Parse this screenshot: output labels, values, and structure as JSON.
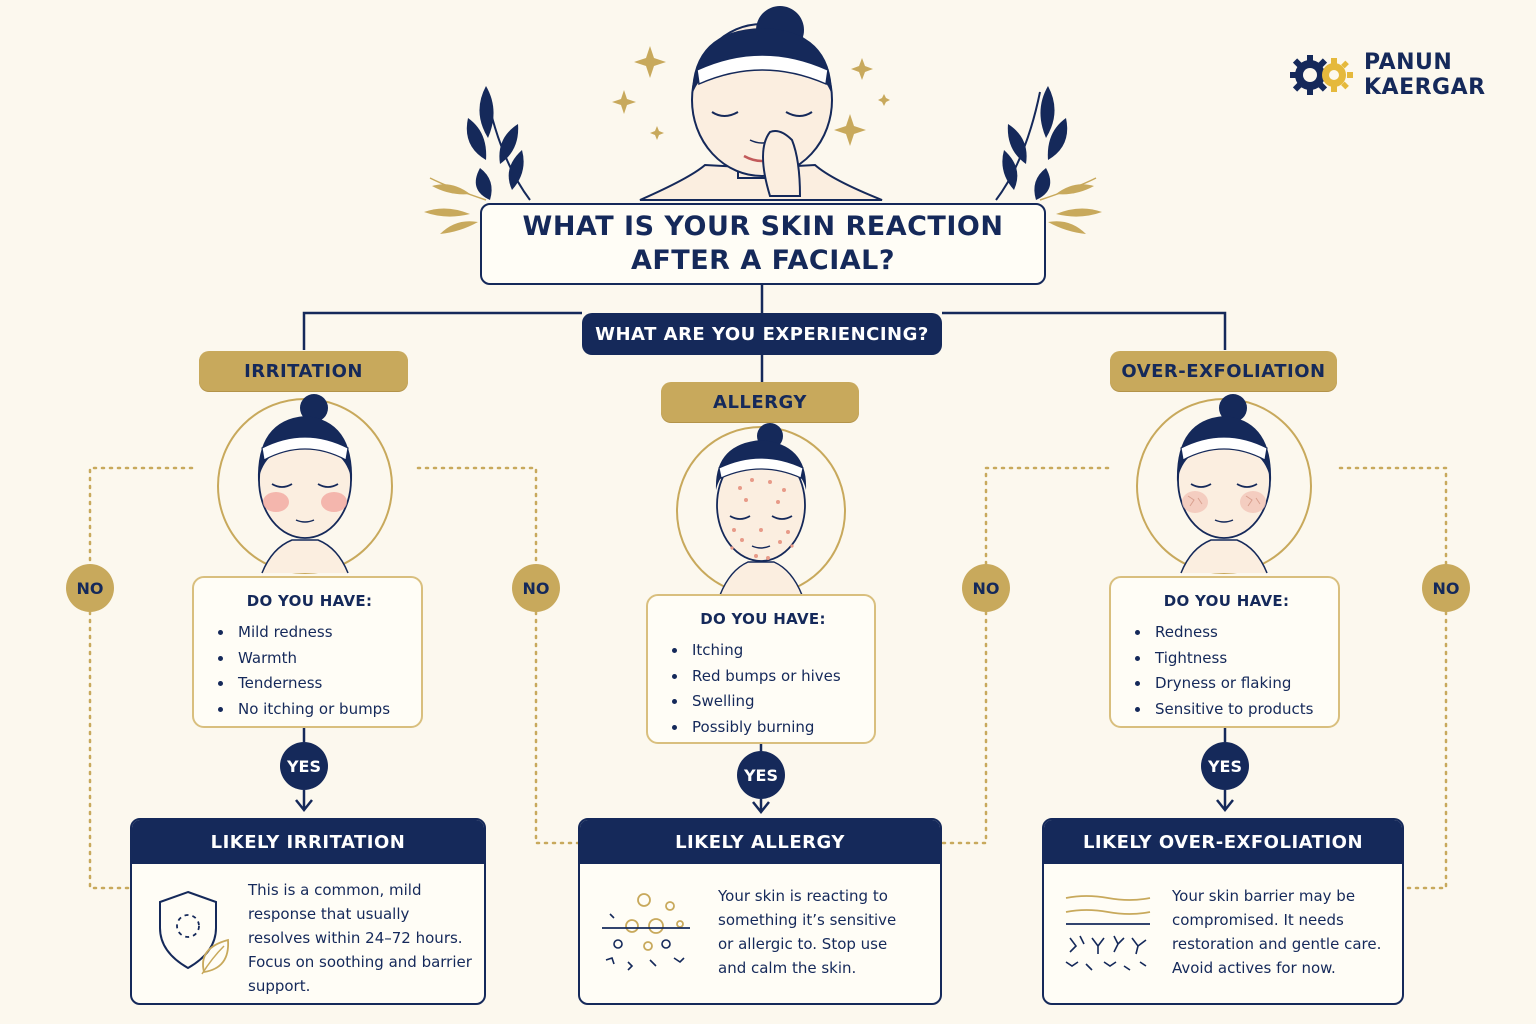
{
  "title": {
    "line1": "WHAT IS YOUR SKIN REACTION",
    "line2": "AFTER A FACIAL?"
  },
  "question": "WHAT ARE YOU EXPERIENCING?",
  "brand": {
    "line1": "PANUN",
    "line2": "KAERGAR",
    "logo_icon": "gear-logo-icon"
  },
  "branches": [
    {
      "category": "IRRITATION",
      "symptoms_title": "DO YOU HAVE:",
      "symptoms": [
        "Mild redness",
        "Warmth",
        "Tenderness",
        "No itching or bumps"
      ],
      "yes_label": "YES",
      "no_label": "NO",
      "result_title": "LIKELY IRRITATION",
      "result_text": [
        "This is a common, mild",
        "response that usually",
        "resolves within 24–72 hours.",
        "Focus on soothing and barrier",
        "support."
      ],
      "icon": "shield-leaf-icon"
    },
    {
      "category": "ALLERGY",
      "symptoms_title": "DO YOU HAVE:",
      "symptoms": [
        "Itching",
        "Red bumps or hives",
        "Swelling",
        "Possibly burning"
      ],
      "yes_label": "YES",
      "no_label": "NO",
      "result_title": "LIKELY ALLERGY",
      "result_text": [
        "Your skin is reacting to",
        "something it’s sensitive",
        "or allergic to. Stop use",
        "and calm the skin."
      ],
      "icon": "allergen-particles-icon"
    },
    {
      "category": "OVER-EXFOLIATION",
      "symptoms_title": "DO YOU HAVE:",
      "symptoms": [
        "Redness",
        "Tightness",
        "Dryness or flaking",
        "Sensitive to products"
      ],
      "yes_label": "YES",
      "no_label": "NO",
      "result_title": "LIKELY OVER-EXFOLIATION",
      "result_text": [
        "Your skin barrier may be",
        "compromised. It needs",
        "restoration and gentle care.",
        "Avoid actives for now."
      ],
      "icon": "skin-barrier-icon"
    }
  ],
  "colors": {
    "navy": "#15295a",
    "gold": "#c8a95c",
    "cream": "#fcf8ee",
    "blush": "#f2a7a0"
  }
}
